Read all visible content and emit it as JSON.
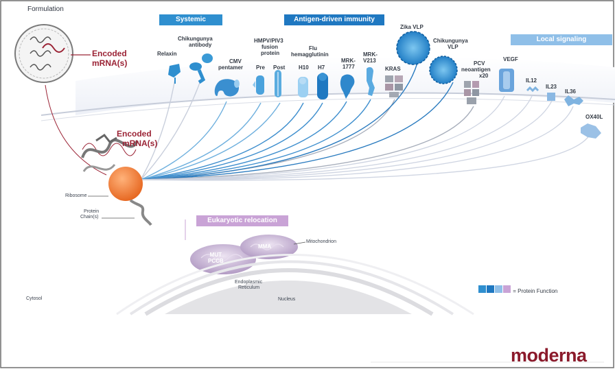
{
  "formulation": {
    "label": "Formulation",
    "encoded_label_line1": "Encoded",
    "encoded_label_line2": "mRNA(s)"
  },
  "cytosol": {
    "encoded_label_line1": "Encoded",
    "encoded_label_line2": "mRNA(s)",
    "ribosome_label": "Ribosome",
    "protein_chain_line1": "Protein",
    "protein_chain_line2": "Chain(s)",
    "cytosol_label": "Cytosol"
  },
  "sections": {
    "systemic": "Systemic",
    "antigen": "Antigen-driven immunity",
    "local": "Local signaling",
    "intracellular": "Eukaryotic relocation"
  },
  "proteins": {
    "relaxin": "Relaxin",
    "chik_ab_1": "Chikungunya",
    "chik_ab_2": "antibody",
    "cmv_1": "CMV",
    "cmv_2": "pentamer",
    "hmpv_1": "HMPV/PIV3",
    "hmpv_2": "fusion",
    "hmpv_3": "protein",
    "pre": "Pre",
    "post": "Post",
    "flu_1": "Flu",
    "flu_2": "hemagglutinin",
    "h10": "H10",
    "h7": "H7",
    "mrk1777_1": "MRK-",
    "mrk1777_2": "1777",
    "mrkv213_1": "MRK-",
    "mrkv213_2": "V213",
    "kras": "KRAS",
    "zika": "Zika VLP",
    "chik_vlp_1": "Chikungunya",
    "chik_vlp_2": "VLP",
    "pcv_1": "PCV",
    "pcv_2": "neoantigen",
    "pcv_3": "x20",
    "vegf": "VEGF",
    "il12": "IL12",
    "il23": "IL23",
    "il36": "IL36",
    "ox40l": "OX40L"
  },
  "organelles": {
    "mut_line1": "MUT",
    "mut_line2": "PCCB",
    "mma": "MMA",
    "mitochondrion": "Mitochondrion",
    "er_line1": "Endoplasmic",
    "er_line2": "Reticulum",
    "nucleus": "Nucleus"
  },
  "legend": {
    "label": "= Protein Function"
  },
  "logo": {
    "text": "moderna"
  },
  "colors": {
    "systemic": "#2f8fcf",
    "antigen": "#1f78c1",
    "local": "#7fb3e0",
    "intracellular": "#c9a3d6",
    "mrna": "#9b2335",
    "ribosome": "#f07a2a",
    "logo": "#8b1a2b"
  }
}
